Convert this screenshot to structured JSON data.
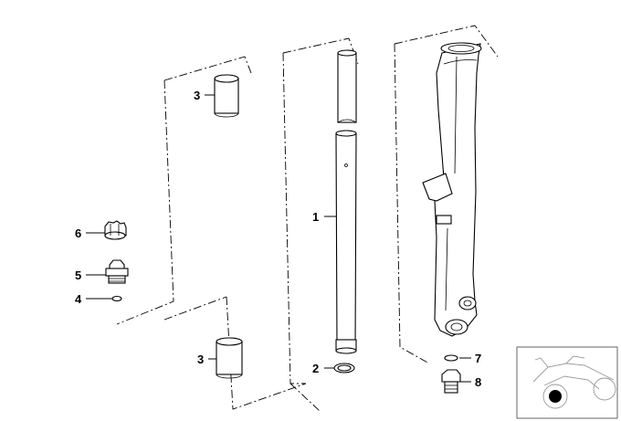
{
  "callouts": {
    "c1": "1",
    "c2": "2",
    "c3_top": "3",
    "c3_bottom": "3",
    "c4": "4",
    "c5": "5",
    "c6": "6",
    "c7": "7",
    "c8": "8"
  },
  "thumbnail": {
    "icon": "motorcycle-thumbnail-icon",
    "marker_color": "#000000"
  },
  "colors": {
    "line": "#000000",
    "background": "#ffffff",
    "thumbnail_border": "#666666"
  }
}
